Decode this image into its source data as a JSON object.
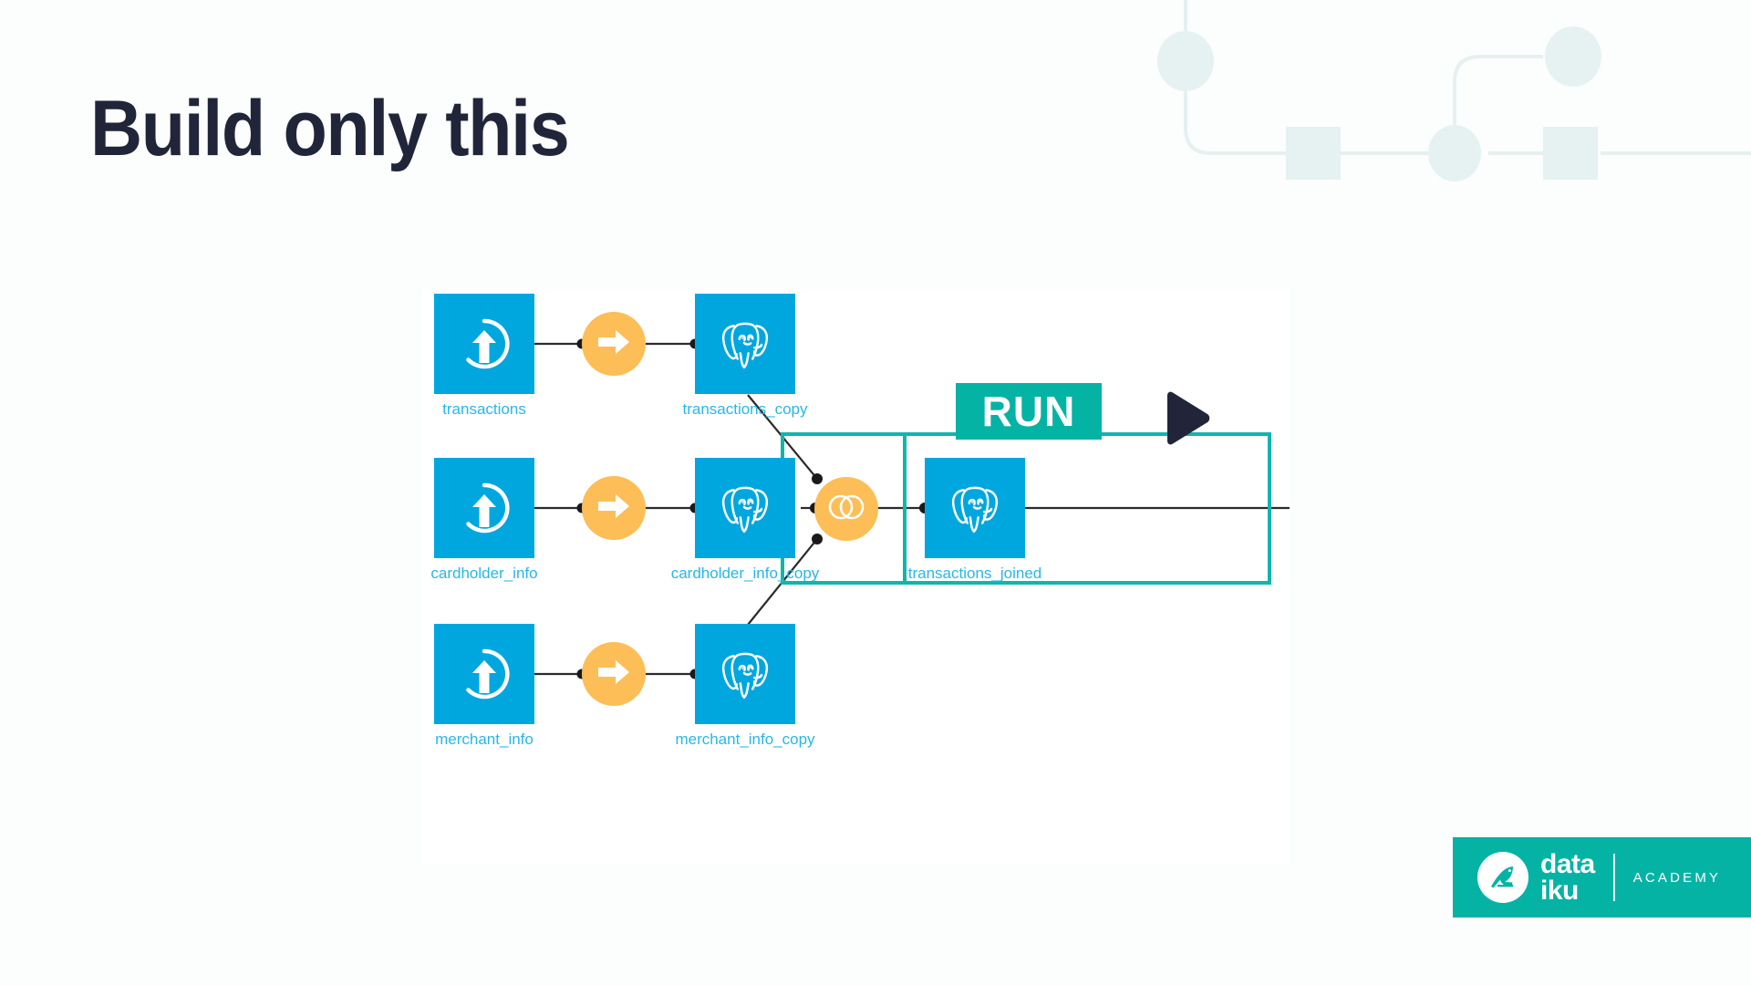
{
  "slide": {
    "title": "Build only this",
    "background_color": "#FCFDFD",
    "title_color": "#21253A"
  },
  "decoration": {
    "name": "flow-pattern-decoration",
    "color": "#E6F2F1"
  },
  "flow": {
    "canvas_background": "#FFFFFF",
    "dataset_color": "#00A7DF",
    "label_color": "#29B6E8",
    "recipe_color": "#FDBE57",
    "selection_color": "#0FB6AC",
    "edge_color": "#2B2B2B",
    "nodes": [
      {
        "id": "transactions",
        "label": "transactions",
        "icon": "upload-icon",
        "row": 1,
        "col": 1
      },
      {
        "id": "transactions_copy",
        "label": "transactions_copy",
        "icon": "postgresql-icon",
        "row": 1,
        "col": 3
      },
      {
        "id": "cardholder_info",
        "label": "cardholder_info",
        "icon": "upload-icon",
        "row": 2,
        "col": 1
      },
      {
        "id": "cardholder_info_copy",
        "label": "cardholder_info_copy",
        "icon": "postgresql-icon",
        "row": 2,
        "col": 3
      },
      {
        "id": "merchant_info",
        "label": "merchant_info",
        "icon": "upload-icon",
        "row": 3,
        "col": 1
      },
      {
        "id": "merchant_info_copy",
        "label": "merchant_info_copy",
        "icon": "postgresql-icon",
        "row": 3,
        "col": 3
      },
      {
        "id": "transactions_joined",
        "label": "transactions_joined",
        "icon": "postgresql-icon",
        "row": 2,
        "col": 5
      }
    ],
    "recipes": [
      {
        "id": "sync_transactions",
        "icon": "sync-arrow-icon",
        "row": 1
      },
      {
        "id": "sync_cardholder",
        "icon": "sync-arrow-icon",
        "row": 2
      },
      {
        "id": "sync_merchant",
        "icon": "sync-arrow-icon",
        "row": 3
      },
      {
        "id": "join_recipe",
        "icon": "join-venn-icon",
        "row": 2
      }
    ],
    "selection": {
      "name": "selected-join-and-output",
      "cells": 2
    }
  },
  "callout": {
    "run_label": "RUN",
    "run_background": "#05B3A5",
    "run_text_color": "#FFFFFF",
    "play_icon": "play-triangle-icon",
    "play_color": "#21253A"
  },
  "logo": {
    "line1": "data",
    "line2": "iku",
    "suffix": "ACADEMY",
    "background": "#05B3A5",
    "icon": "dataiku-bird-icon"
  }
}
